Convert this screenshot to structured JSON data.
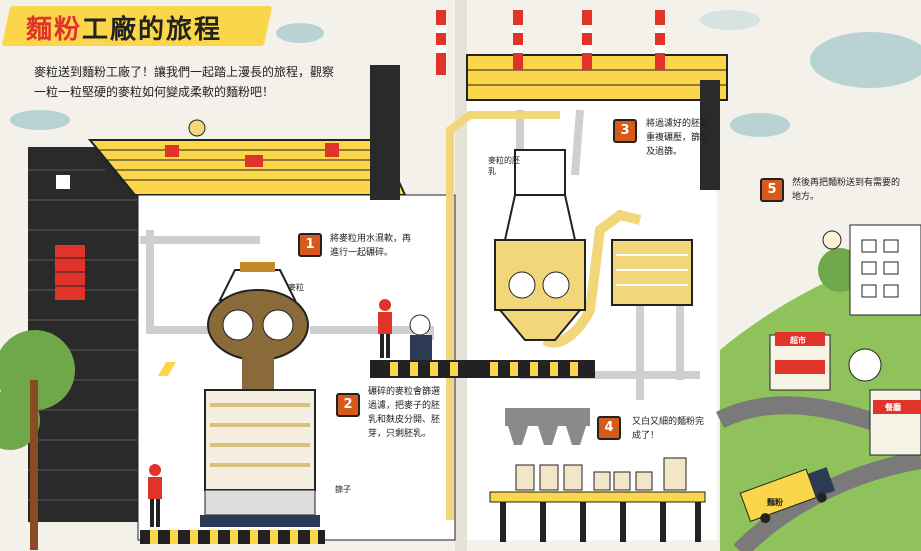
{
  "title": {
    "part1": "麵粉",
    "part2": "工廠的旅程"
  },
  "intro": "麥粒送到麵粉工廠了！讓我們一起踏上漫長的旅程，觀察一粒一粒堅硬的麥粒如何變成柔軟的麵粉吧！",
  "steps": [
    {
      "num": "1",
      "text": "將麥粒用水濕軟，再進行一起碾碎。"
    },
    {
      "num": "2",
      "text": "碾碎的麥粒會篩選過濾，把麥子的胚乳和麩皮分開、胚芽，只剩胚乳。"
    },
    {
      "num": "3",
      "text": "將過濾好的胚乳重複碾壓，篩製及過篩。"
    },
    {
      "num": "4",
      "text": "又白又細的麵粉完成了！"
    },
    {
      "num": "5",
      "text": "然後再把麵粉送到有需要的地方。"
    }
  ],
  "labels": {
    "wheat": "麥粒",
    "sieve": "篩子",
    "endosperm": "麥粒的胚乳",
    "supermarket": "超市",
    "restaurant": "餐廳",
    "truck": "麵粉"
  },
  "colors": {
    "yellow": "#fbd64a",
    "red": "#e0332a",
    "orange": "#d85a1a",
    "green": "#6fa84a",
    "brick": "#2a2a2a"
  }
}
